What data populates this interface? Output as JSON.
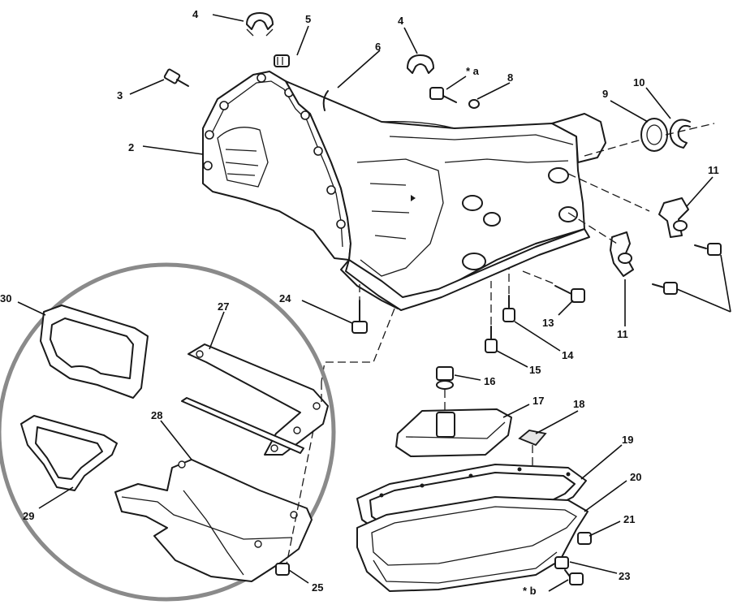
{
  "callouts": {
    "c2": "2",
    "c3": "3",
    "c4a": "4",
    "c4b": "4",
    "c5": "5",
    "c6": "6",
    "ca": "* a",
    "c8": "8",
    "c9": "9",
    "c10": "10",
    "c11a": "11",
    "c11b": "11",
    "c13": "13",
    "c14": "14",
    "c15": "15",
    "c16": "16",
    "c17": "17",
    "c18": "18",
    "c19": "19",
    "c20": "20",
    "c21": "21",
    "c23": "23",
    "cb": "* b",
    "c24": "24",
    "c25": "25",
    "c27": "27",
    "c28": "28",
    "c29": "29",
    "c30": "30"
  },
  "colors": {
    "line": "#1a1a1a",
    "magnifier_ring": "#8a8a8a",
    "background": "#ffffff"
  }
}
